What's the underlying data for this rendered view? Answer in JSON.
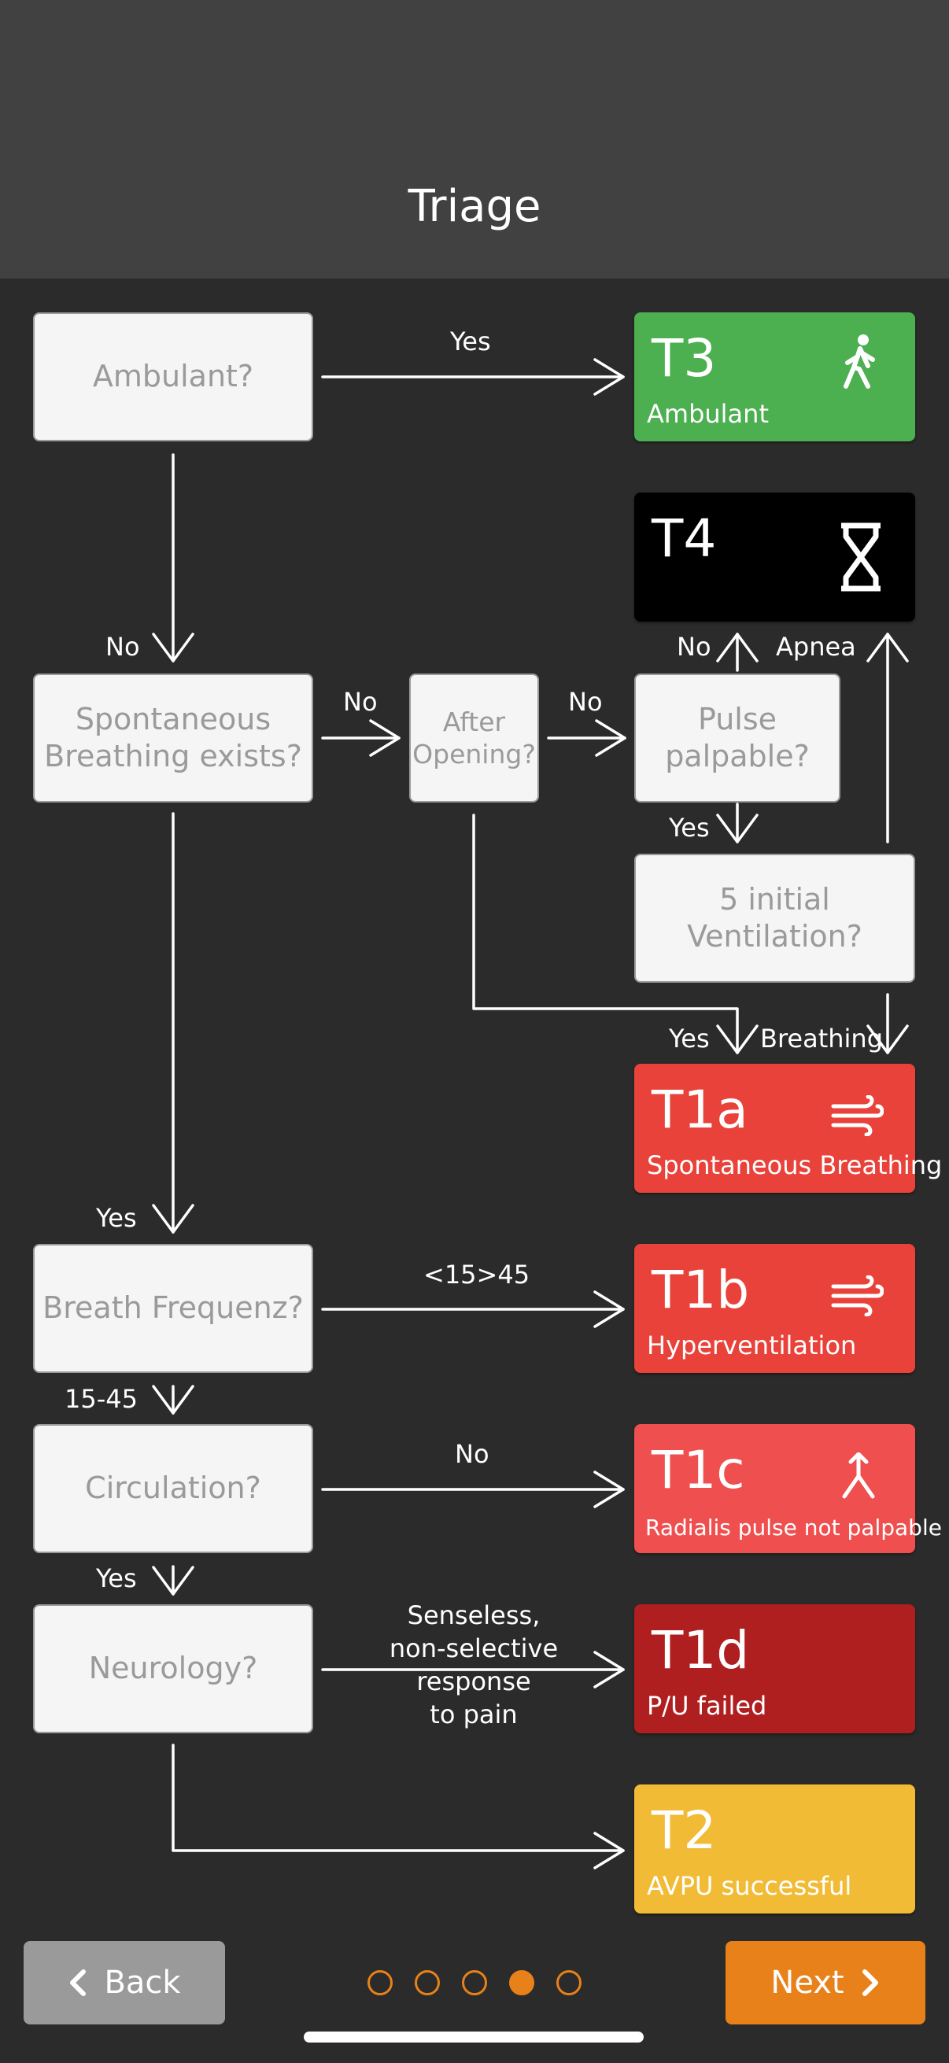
{
  "header": {
    "title": "Triage"
  },
  "questions": {
    "ambulant": "Ambulant?",
    "spontaneous": "Spontaneous Breathing exists?",
    "after_opening": "After Opening?",
    "pulse": "Pulse palpable?",
    "ventilation": "5 initial Ventilation?",
    "breath_freq": "Breath Frequenz?",
    "circulation": "Circulation?",
    "neurology": "Neurology?"
  },
  "results": {
    "t3": {
      "code": "T3",
      "sub": "Ambulant",
      "color": "#4caf50",
      "icon": "walking-icon"
    },
    "t4": {
      "code": "T4",
      "sub": "",
      "color": "#000000",
      "icon": "hourglass-icon"
    },
    "t1a": {
      "code": "T1a",
      "sub": "Spontaneous Breathing",
      "color": "#e8423a",
      "icon": "wind-icon"
    },
    "t1b": {
      "code": "T1b",
      "sub": "Hyperventilation",
      "color": "#e8423a",
      "icon": "wind-icon"
    },
    "t1c": {
      "code": "T1c",
      "sub": "Radialis pulse not palpable",
      "color": "#ef4f4f",
      "icon": "merge-icon"
    },
    "t1d": {
      "code": "T1d",
      "sub": "P/U failed",
      "color": "#b01f1f"
    },
    "t2": {
      "code": "T2",
      "sub": "AVPU successful",
      "color": "#f2bb36"
    }
  },
  "labels": {
    "yes_ambulant": "Yes",
    "no_ambulant": "No",
    "no_breathing": "No",
    "no_opening": "No",
    "no_pulse": "No",
    "apnea": "Apnea",
    "yes_pulse": "Yes",
    "yes_opening": "Yes",
    "breathing": "Breathing",
    "yes_spontaneous": "Yes",
    "freq_out": "<15>45",
    "freq_in": "15-45",
    "no_circulation": "No",
    "yes_circulation": "Yes",
    "neuro_1": "Senseless,",
    "neuro_2": "non-selective",
    "neuro_3": "response",
    "neuro_4": "to pain"
  },
  "nav": {
    "back": "Back",
    "next": "Next",
    "back_color": "#9a9a9a",
    "next_color": "#e8811a",
    "page_count": 5,
    "current_page": 4
  }
}
